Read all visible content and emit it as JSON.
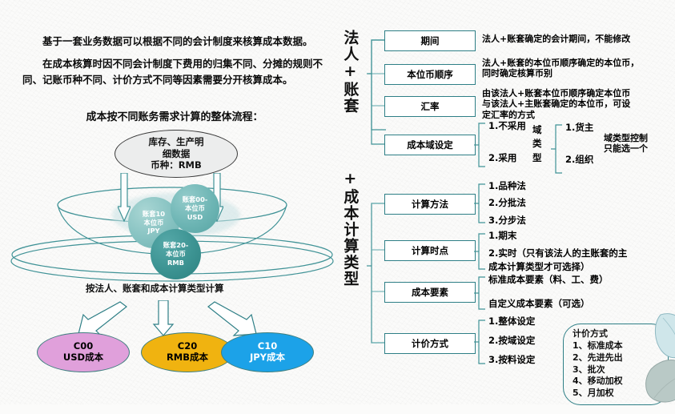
{
  "intro": {
    "p1": "基于一套业务数据可以根据不同的会计制度来核算成本数据。",
    "p2": "在成本核算时因不同会计制度下费用的归集不同、分摊的规则不同、记账币种不同、计价方式不同等因素需要分开核算成本。",
    "flow_title": "成本按不同账务需求计算的整体流程："
  },
  "funnel": {
    "source_oval": "库存、生产明细数据\n币种：RMB",
    "source_lines": [
      "库存、生产明",
      "细数据",
      "币种：RMB"
    ],
    "spheres": [
      {
        "id": "jpy",
        "lines": [
          "账套10",
          "本位币",
          "JPY"
        ]
      },
      {
        "id": "usd",
        "lines": [
          "账套00-",
          "本位币",
          "USD"
        ]
      },
      {
        "id": "rmb",
        "lines": [
          "账套20-",
          "本位币",
          "RMB"
        ]
      }
    ],
    "caption": "按法人、账套和成本计算类型计算",
    "results": [
      {
        "code": "C00",
        "label": "USD成本",
        "color": "#e0a0db"
      },
      {
        "code": "C20",
        "label": "RMB成本",
        "color": "#f0b310"
      },
      {
        "code": "C10",
        "label": "JPY成本",
        "color": "#1ca2e8"
      }
    ]
  },
  "tree": {
    "group_a_label": "法人+账套",
    "group_b_label": "+成本计算类型",
    "nodes": [
      {
        "key": "period",
        "label": "期间"
      },
      {
        "key": "currency",
        "label": "本位币顺序"
      },
      {
        "key": "rate",
        "label": "汇率"
      },
      {
        "key": "costdomain",
        "label": "成本域设定"
      },
      {
        "key": "method",
        "label": "计算方法"
      },
      {
        "key": "timing",
        "label": "计算时点"
      },
      {
        "key": "element",
        "label": "成本要素"
      },
      {
        "key": "pricing",
        "label": "计价方式"
      }
    ],
    "notes": {
      "period": "法人+账套确定的会计期间，不能修改",
      "currency_l1": "法人+账套的本位币顺序确定的本位币，",
      "currency_l2": "同时确定核算币别",
      "rate_l1": "由该法人+账套本位币顺序确定本位币",
      "rate_l2": "与该法人+主账套确定的本位币，可设",
      "rate_l3": "定汇率的方式"
    },
    "costdomain": {
      "opt1": "1.不采用",
      "opt2": "2.采用",
      "domain_type_label": "域类型",
      "type1": "1.货主",
      "type2": "2.组织",
      "hint_l1": "域类型控制",
      "hint_l2": "只能选一个"
    },
    "method_items": [
      "1.品种法",
      "2.分批法",
      "3.分步法"
    ],
    "timing_items": [
      "1.期末",
      "2.实时（只有该法人的主账套的主",
      "成本计算类型才可选择）"
    ],
    "element_items": [
      "标准成本要素（料、工、费）",
      "自定义成本要素（可选）"
    ],
    "pricing_items": [
      "1.整体设定",
      "2.按域设定",
      "3.按料设定"
    ],
    "pricing_panel": {
      "title": "计价方式",
      "items": [
        "1、标准成本",
        "2、先进先出",
        "3、批次",
        "4、移动加权",
        "5、月加权"
      ]
    }
  },
  "colors": {
    "teal": "#2e7f86",
    "teal_light": "#6db5b4",
    "arrow": "#2e7f86"
  }
}
